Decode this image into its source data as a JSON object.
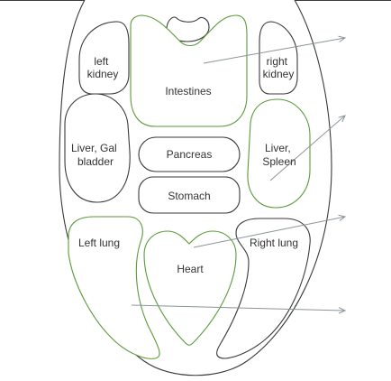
{
  "colors": {
    "outline": "#3a3a3a",
    "highlight": "#5a9a3a",
    "pointer": "#8a9499"
  },
  "labels": {
    "left_kidney": [
      "left",
      "kidney"
    ],
    "right_kidney": [
      "right",
      "kidney"
    ],
    "intestines": "Intestines",
    "liver_gallbladder": [
      "Liver, Gal",
      "bladder"
    ],
    "pancreas": "Pancreas",
    "liver_spleen": [
      "Liver,",
      "Spleen"
    ],
    "stomach": "Stomach",
    "left_lung": "Left lung",
    "heart": "Heart",
    "right_lung": "Right lung"
  }
}
